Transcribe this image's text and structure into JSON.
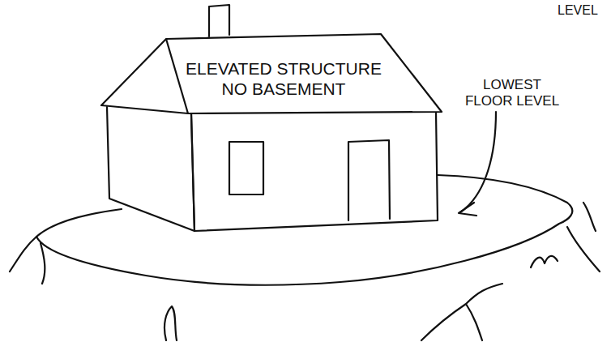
{
  "diagram": {
    "labels": [
      "LEVEL",
      "ELEVATED STRUCTURE NO BASEMENT",
      "LOWEST FLOOR LEVEL"
    ]
  }
}
